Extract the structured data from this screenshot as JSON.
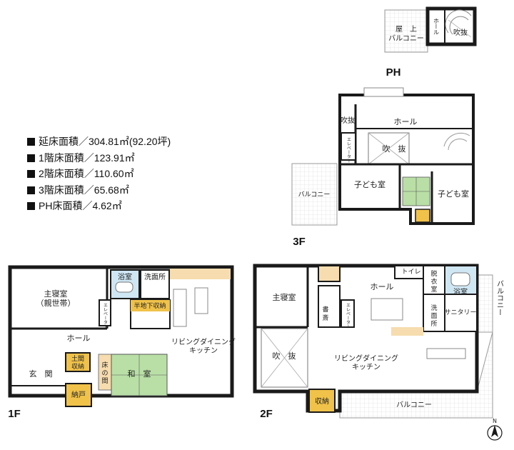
{
  "stats": [
    "延床面積／304.81㎡(92.20坪)",
    "1階床面積／123.91㎡",
    "2階床面積／110.60㎡",
    "3階床面積／65.68㎡",
    "PH床面積／4.62㎡"
  ],
  "floors": {
    "ph": {
      "tag": "PH",
      "rooms": {
        "roof_balcony_1": "屋　上",
        "roof_balcony_2": "バルコニー",
        "hall": "ホール",
        "void": "吹抜"
      }
    },
    "f3": {
      "tag": "3F",
      "rooms": {
        "hall": "ホール",
        "void_left": "吹抜",
        "elevator": "エレベーター",
        "void_center": "吹　抜",
        "child_room_left": "子ども室",
        "child_room_right": "子ども室",
        "balcony": "バルコニー"
      }
    },
    "f1": {
      "tag": "1F",
      "rooms": {
        "master_1": "主寝室",
        "master_2": "（親世帯）",
        "bath": "浴室",
        "washroom": "洗面所",
        "elevator": "エレベーター",
        "half_basement": "半地下収納",
        "hall": "ホール",
        "ldk_1": "リビングダイニング",
        "ldk_2": "キッチン",
        "entrance": "玄　関",
        "earth_storage_1": "土間",
        "earth_storage_2": "収納",
        "alcove_1": "床",
        "alcove_2": "の",
        "alcove_3": "間",
        "japanese_room": "和　室",
        "closet": "納戸"
      }
    },
    "f2": {
      "tag": "2F",
      "rooms": {
        "master": "主寝室",
        "study_1": "書",
        "study_2": "斎",
        "toilet": "トイレ",
        "dressing_1": "脱",
        "dressing_2": "衣",
        "dressing_3": "室",
        "bath": "浴室",
        "hall": "ホール",
        "elevator": "エレベーター",
        "washroom_1": "洗",
        "washroom_2": "面",
        "washroom_3": "所",
        "sanitary": "サニタリー",
        "balcony_right": "バルコニー",
        "void": "吹　抜",
        "ldk_1": "リビングダイニング",
        "ldk_2": "キッチン",
        "storage": "収納",
        "balcony_bottom": "バルコニー"
      }
    }
  },
  "north_label": "N",
  "colors": {
    "wall": "#1a1a1a",
    "storage_fill": "#f0c24a",
    "tatami_fill": "#b9dfa6",
    "floor_accent": "#f6dcae",
    "bath_fill": "#cfe6f3",
    "balcony_fill": "#e6e6e6"
  }
}
